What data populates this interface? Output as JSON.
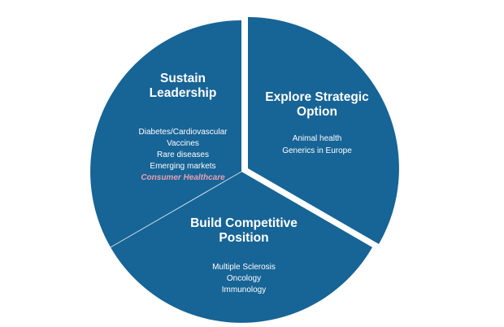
{
  "colors": {
    "slice_fill": "#176496",
    "separator": "#ffffff",
    "highlight_text": "#e8a0b0",
    "text": "#ffffff"
  },
  "diagram": {
    "type": "pie-strategy",
    "segments": [
      {
        "title_line1": "Sustain",
        "title_line2": "Leadership",
        "items": [
          "Diabetes/Cardiovascular",
          "Vaccines",
          "Rare diseases",
          "Emerging  markets"
        ],
        "highlight_item": "Consumer Healthcare"
      },
      {
        "title_line1": "Explore Strategic",
        "title_line2": "Option",
        "items": [
          "Animal health",
          "Generics in Europe"
        ]
      },
      {
        "title_line1": "Build Competitive",
        "title_line2": "Position",
        "items": [
          "Multiple  Sclerosis",
          "Oncology",
          "Immunology"
        ]
      }
    ]
  }
}
